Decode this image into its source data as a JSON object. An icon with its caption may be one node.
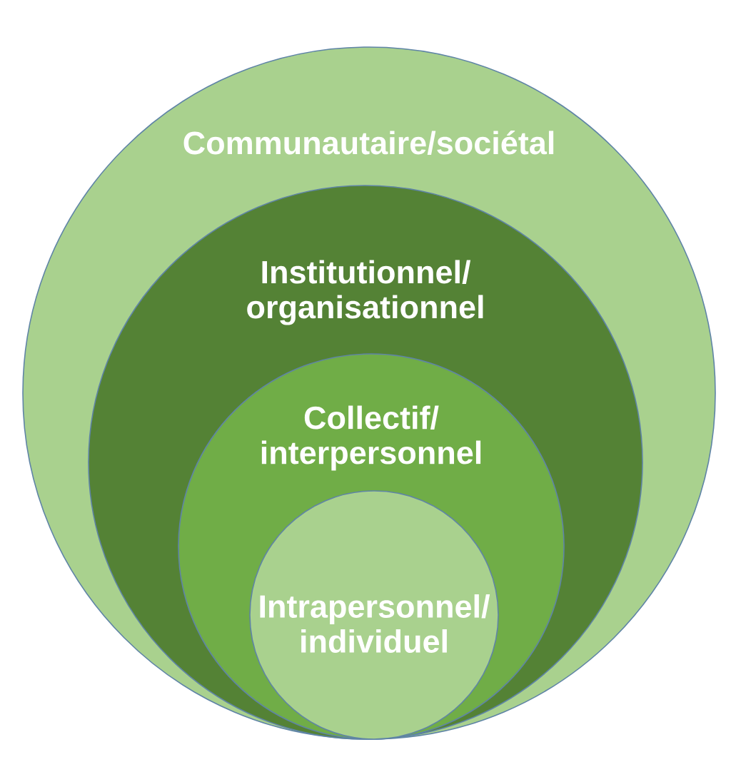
{
  "diagram": {
    "nodes": [
      {
        "text": [
          "Communautaire/sociétal"
        ]
      },
      {
        "text": [
          "Institutionnel/ organisationnel"
        ],
        "in": 0
      },
      {
        "text": [
          "Collectif/ interpersonnel"
        ],
        "in": 1
      },
      {
        "text": [
          "Intrapersonnel/ individuel"
        ],
        "in": 2
      }
    ]
  }
}
